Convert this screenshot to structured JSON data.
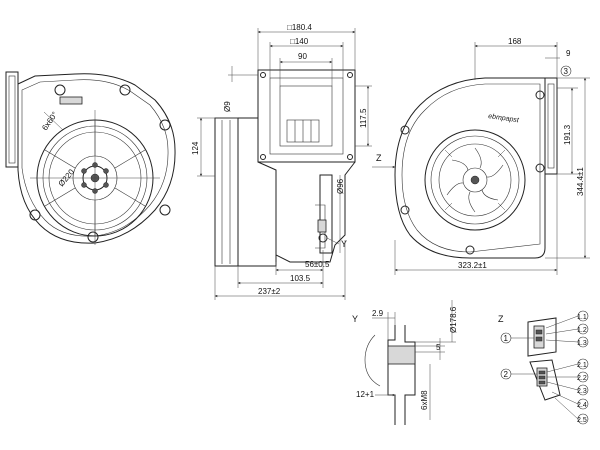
{
  "front_view": {
    "hole_note": "6x60°",
    "circle_dim": "Ø220"
  },
  "side_view": {
    "dim_180": "□180.4",
    "dim_140": "□140",
    "dim_90": "90",
    "dim_phi9": "Ø9",
    "dim_117": "117.5",
    "dim_124": "124",
    "dim_phi96": "Ø96",
    "detail_marker": "Y",
    "dim_56": "56±0.5",
    "dim_103": "103.5",
    "dim_237": "237±2"
  },
  "rear_view": {
    "dim_168": "168",
    "dim_9": "9",
    "callout_3": "3",
    "brand": "ebmpapst",
    "dim_191": "191.3",
    "dim_344": "344.4±1",
    "view_marker": "Z",
    "dim_323": "323.2±1"
  },
  "detail_y": {
    "title": "Y",
    "dim_2_9": "2.9",
    "dim_178": "Ø178.6",
    "dim_5": "5",
    "dim_12": "12+1",
    "dim_m8": "6xM8"
  },
  "detail_z": {
    "title": "Z",
    "callouts": [
      "1",
      "1.1",
      "1.2",
      "1.3",
      "2",
      "2.1",
      "2.2",
      "2.3",
      "2.4",
      "2.5"
    ]
  }
}
